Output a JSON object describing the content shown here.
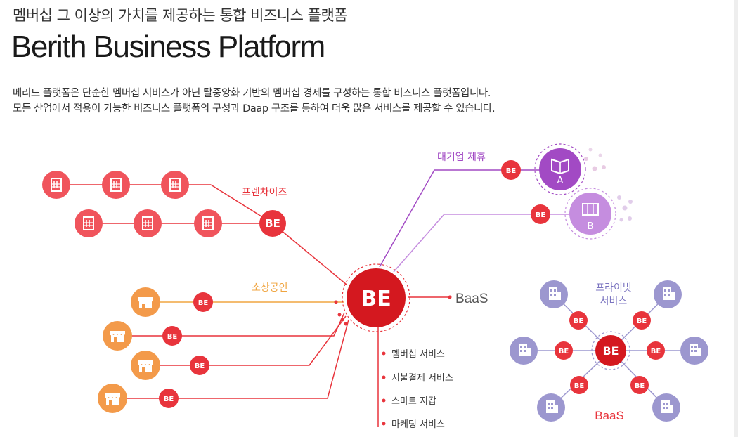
{
  "header": {
    "subtitle": "멤버십 그 이상의 가치를 제공하는 통합 비즈니스 플랫폼",
    "title": "Berith Business Platform",
    "desc_line1": "베리드 플랫폼은 단순한 멤버십 서비스가 아닌 탈중앙화 기반의 멤버십 경제를 구성하는 통합 비즈니스 플랫폼입니다.",
    "desc_line2": "모든 산업에서 적용이 가능한 비즈니스 플랫폼의 구성과 Daap 구조를 통하여 더욱 많은 서비스를 제공할 수 있습니다."
  },
  "diagram": {
    "hub_logo": "BE",
    "node_logo": "BE",
    "franchise_label": "프렌차이즈",
    "small_business_label": "소상공인",
    "enterprise_label": "대기업 제휴",
    "enterprise_a": "A",
    "enterprise_b": "B",
    "baas_label": "BaaS",
    "private_label_line1": "프라이빗",
    "private_label_line2": "서비스",
    "private_baas_label": "BaaS",
    "services": [
      "멤버십 서비스",
      "지불결제 서비스",
      "스마트 지갑",
      "마케팅 서비스"
    ]
  },
  "colors": {
    "red": "#e8343c",
    "pink": "#f0545c",
    "orange": "#f39a4a",
    "purple_dark": "#a24ac4",
    "purple_light": "#c58ddf",
    "lavender": "#9c97cf",
    "hub_red": "#d4181f"
  }
}
